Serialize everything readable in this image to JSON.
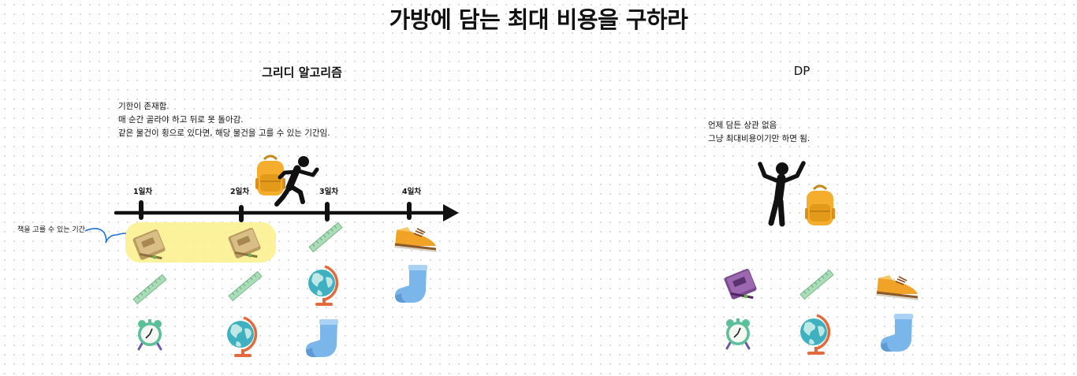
{
  "title": "가방에 담는 최대 비용을 구하라",
  "greedy": {
    "heading": "그리디 알고리즘",
    "lines": [
      "기한이 존재함.",
      "매 순간 골라야 하고 뒤로 못 돌아감.",
      "같은 물건이 횡으로 있다면, 해당 물건을 고를 수 있는 기간임."
    ],
    "days": [
      "1일차",
      "2일차",
      "3일차",
      "4일차"
    ],
    "book_period_label": "책을 고를 수 있는 기간",
    "highlight_color": "#fbf08a"
  },
  "dp": {
    "heading": "DP",
    "lines": [
      "언제 담든 상관 없음",
      "그냥 최대비용이기만 하면 됨."
    ]
  },
  "icons": {
    "greedy_grid": [
      [
        "book-icon",
        "ruler-icon",
        "alarm-clock-icon"
      ],
      [
        "book-icon",
        "ruler-icon",
        "globe-icon"
      ],
      [
        "ruler-icon",
        "globe-icon",
        "sock-icon"
      ],
      [
        "sneaker-icon",
        "sock-icon"
      ]
    ],
    "dp_grid": [
      [
        "book-icon",
        "alarm-clock-icon"
      ],
      [
        "ruler-icon",
        "globe-icon"
      ],
      [
        "sneaker-icon",
        "sock-icon"
      ]
    ],
    "figures": [
      "backpack-icon",
      "running-person-icon",
      "cheering-person-icon"
    ]
  }
}
